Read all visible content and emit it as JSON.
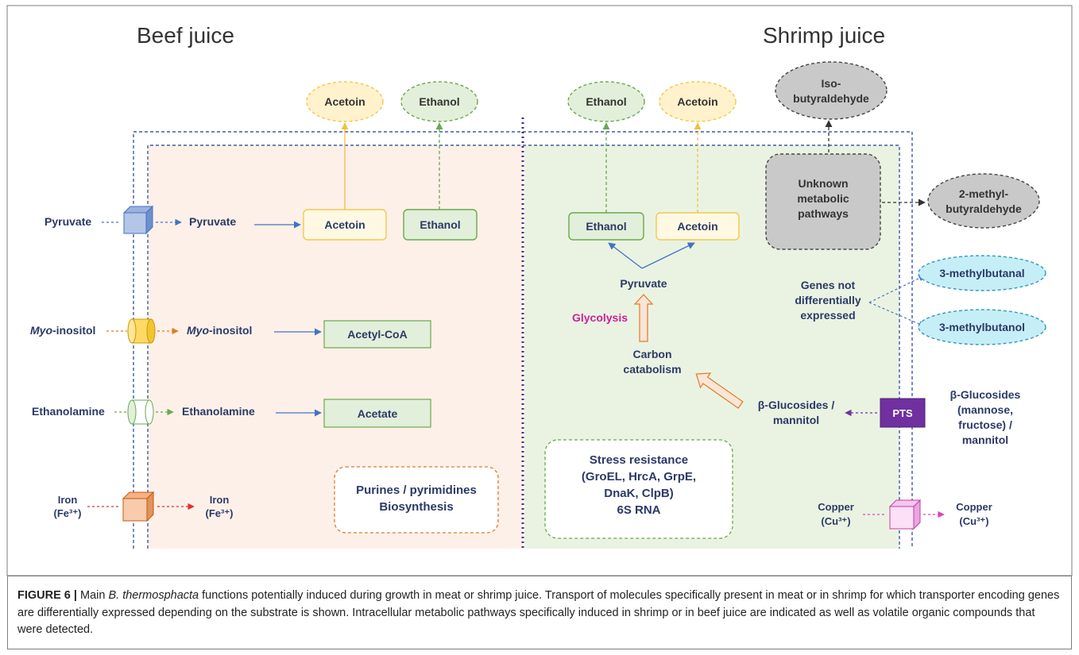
{
  "sides": {
    "left": "Beef juice",
    "right": "Shrimp juice"
  },
  "beef": {
    "top_acetoin": "Acetoin",
    "top_ethanol": "Ethanol",
    "pyruvate_out": "Pyruvate",
    "pyruvate_in": "Pyruvate",
    "acetoin_box": "Acetoin",
    "ethanol_box": "Ethanol",
    "myo_out_italic": "Myo",
    "myo_out_rest": "-inositol",
    "myo_in_italic": "Myo",
    "myo_in_rest": "-inositol",
    "acetylcoa": "Acetyl-CoA",
    "ethanolamine_out": "Ethanolamine",
    "ethanolamine_in": "Ethanolamine",
    "acetate": "Acetate",
    "iron_out_1": "Iron",
    "iron_out_2": "(Fe³⁺)",
    "iron_in_1": "Iron",
    "iron_in_2": "(Fe³⁺)",
    "purines_1": "Purines / pyrimidines",
    "purines_2": "Biosynthesis"
  },
  "shrimp": {
    "top_ethanol": "Ethanol",
    "top_acetoin": "Acetoin",
    "isobutyr_1": "Iso-",
    "isobutyr_2": "butyraldehyde",
    "unknown_1": "Unknown",
    "unknown_2": "metabolic",
    "unknown_3": "pathways",
    "methylbutyr_1": "2-methyl-",
    "methylbutyr_2": "butyraldehyde",
    "ethanol_box": "Ethanol",
    "acetoin_box": "Acetoin",
    "pyruvate": "Pyruvate",
    "glycolysis": "Glycolysis",
    "carbon_1": "Carbon",
    "carbon_2": "catabolism",
    "genes_1": "Genes not",
    "genes_2": "differentially",
    "genes_3": "expressed",
    "methylbutanal": "3-methylbutanal",
    "methylbutanol": "3-methylbutanol",
    "bgluc_in_1": "β-Glucosides /",
    "bgluc_in_2": "mannitol",
    "pts": "PTS",
    "bgluc_out_1": "β-Glucosides",
    "bgluc_out_2": "(mannose,",
    "bgluc_out_3": "fructose) /",
    "bgluc_out_4": "mannitol",
    "stress_1": "Stress resistance",
    "stress_2": "(GroEL, HrcA, GrpE,",
    "stress_3": "DnaK, ClpB)",
    "stress_4": "6S RNA",
    "copper_out_1": "Copper",
    "copper_out_2": "(Cu³⁺)",
    "copper_in_1": "Copper",
    "copper_in_2": "(Cu³⁺)"
  },
  "caption": {
    "label": "FIGURE 6 |",
    "pre": " Main ",
    "species": "B. thermosphacta",
    "text": " functions potentially induced during growth in meat or shrimp juice. Transport of molecules specifically present in meat or in shrimp for which transporter encoding genes are differentially expressed depending on the substrate is shown. Intracellular metabolic pathways specifically induced in shrimp or in beef juice are indicated as well as volatile organic compounds that were detected."
  },
  "colors": {
    "beef_bg": "#fdf0e8",
    "shrimp_bg": "#eaf3e2",
    "membrane": "#3f5aa8",
    "divider": "#4b2a8a",
    "acetoin": "#f2c94c",
    "ethanol": "#6aa84f",
    "pts": "#6a1b9a"
  }
}
